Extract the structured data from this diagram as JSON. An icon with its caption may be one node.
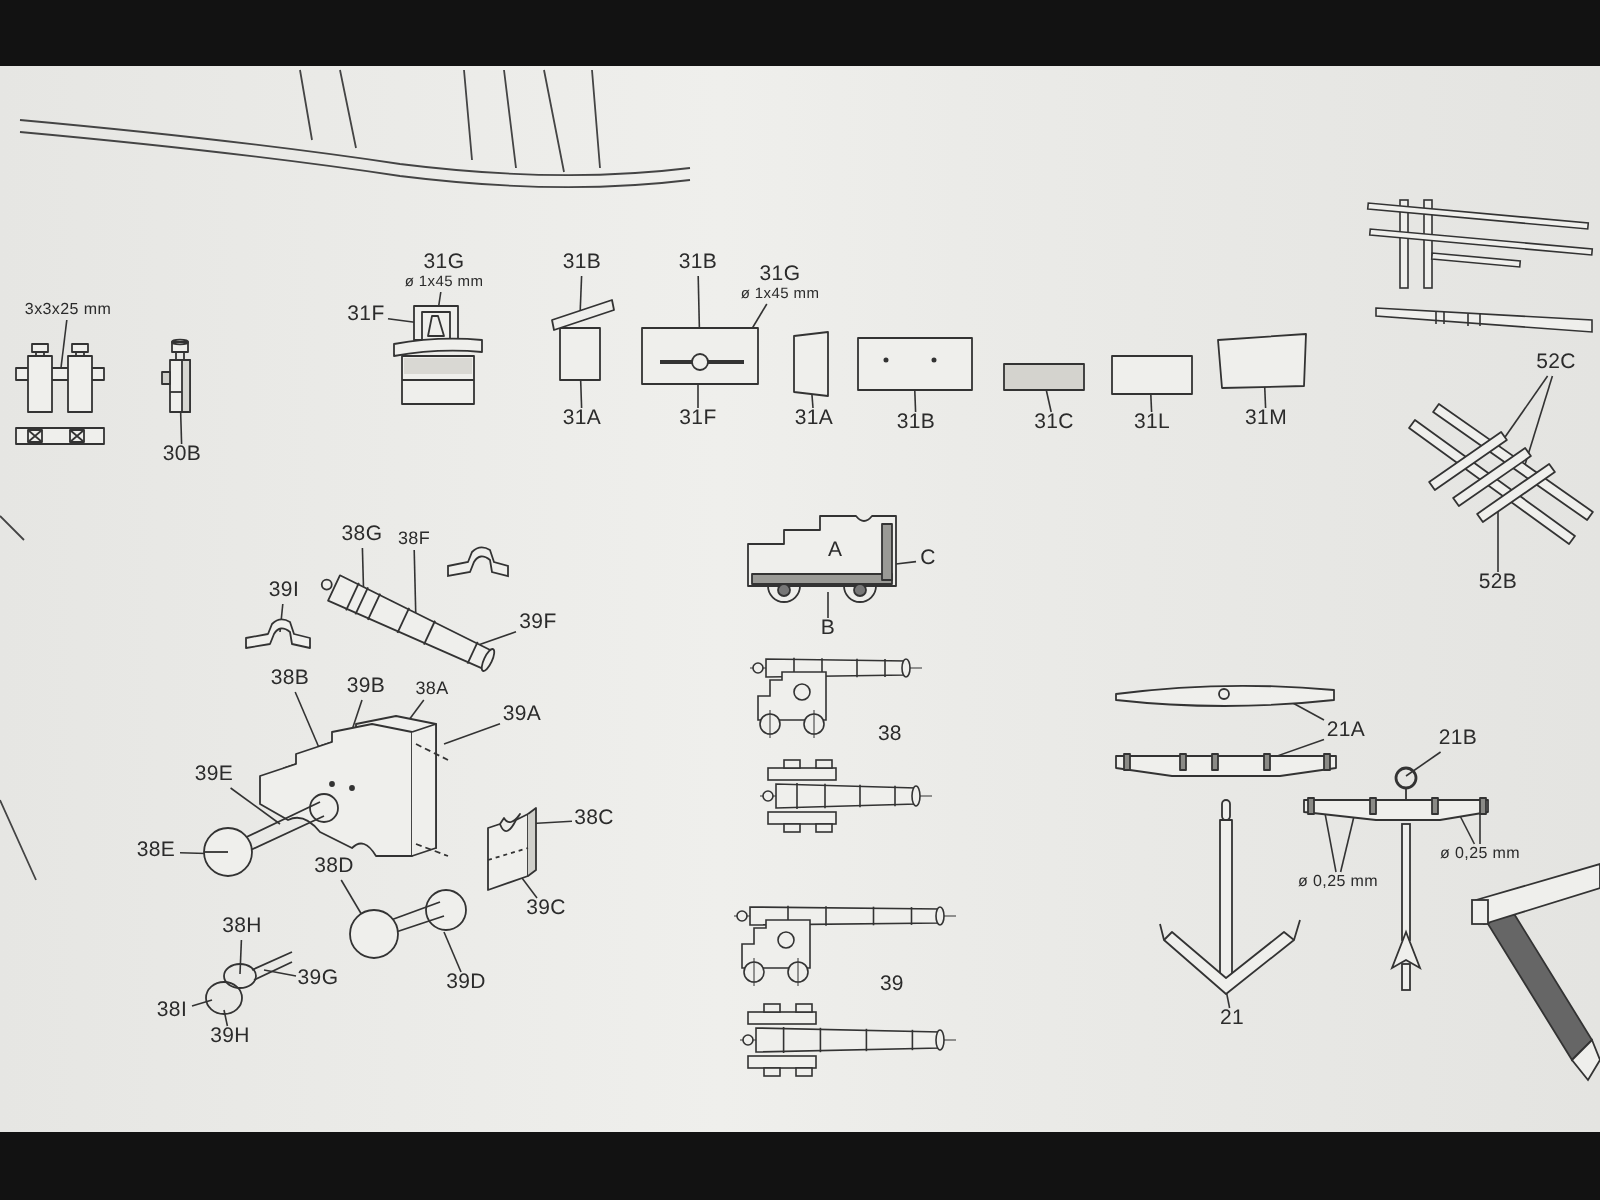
{
  "diagram": {
    "nodes": [
      {
        "text": [
          "3x3x25 mm"
        ]
      },
      {
        "text": [],
        "shape": "picture"
      },
      {
        "text": [
          "30B"
        ]
      },
      {
        "text": [],
        "shape": "picture"
      },
      {
        "text": [
          "31G",
          "ø 1x45 mm"
        ]
      },
      {
        "text": [],
        "shape": "picture"
      },
      {
        "text": [
          "31F"
        ]
      },
      {
        "text": [
          "31B"
        ]
      },
      {
        "text": [],
        "shape": "picture"
      },
      {
        "text": [
          "31A"
        ]
      },
      {
        "text": [
          "31B"
        ]
      },
      {
        "text": [
          "31G",
          "ø 1x45 mm"
        ]
      },
      {
        "text": [],
        "shape": "picture"
      },
      {
        "text": [
          "31F"
        ]
      },
      {
        "text": [],
        "shape": "box"
      },
      {
        "text": [
          "31A"
        ]
      },
      {
        "text": [],
        "shape": "picture"
      },
      {
        "text": [
          "31B"
        ]
      },
      {
        "text": [],
        "shape": "box"
      },
      {
        "text": [
          "31C"
        ]
      },
      {
        "text": [],
        "shape": "box"
      },
      {
        "text": [
          "31L"
        ]
      },
      {
        "text": [],
        "shape": "box"
      },
      {
        "text": [
          "31M"
        ]
      },
      {
        "text": [],
        "shape": "picture"
      },
      {
        "text": [
          "52C"
        ]
      },
      {
        "text": [
          "52B"
        ]
      },
      {
        "text": [
          "38G"
        ]
      },
      {
        "text": [],
        "shape": "picture"
      },
      {
        "text": [
          "38F"
        ]
      },
      {
        "text": [
          "39F"
        ]
      },
      {
        "text": [
          "39I"
        ]
      },
      {
        "text": [],
        "shape": "picture"
      },
      {
        "text": [
          "39B"
        ]
      },
      {
        "text": [
          "38B"
        ]
      },
      {
        "text": [
          "38A"
        ]
      },
      {
        "text": [
          "39A"
        ]
      },
      {
        "text": [],
        "shape": "picture"
      },
      {
        "text": [],
        "shape": "picture"
      },
      {
        "text": [
          "B"
        ]
      },
      {
        "text": [
          "C"
        ]
      },
      {
        "text": [
          "39E"
        ]
      },
      {
        "text": [
          "38E"
        ]
      },
      {
        "text": [],
        "shape": "picture"
      },
      {
        "text": [],
        "shape": "picture"
      },
      {
        "text": [
          "38C"
        ]
      },
      {
        "text": [
          "39C"
        ]
      },
      {
        "text": [
          "38D"
        ]
      },
      {
        "text": [],
        "shape": "picture"
      },
      {
        "text": [
          "39D"
        ]
      },
      {
        "text": [
          "38H"
        ]
      },
      {
        "text": [
          "39G"
        ]
      },
      {
        "text": [],
        "shape": "picture"
      },
      {
        "text": [
          "38I"
        ]
      },
      {
        "text": [
          "39H"
        ]
      },
      {
        "text": [],
        "shape": "picture"
      },
      {
        "text": [
          "21A"
        ]
      },
      {
        "text": [],
        "shape": "picture"
      },
      {
        "text": [
          "21B"
        ]
      },
      {
        "text": [],
        "shape": "picture"
      },
      {
        "text": [
          "ø 0,25 mm"
        ]
      },
      {
        "text": [
          "ø 0,25 mm"
        ]
      },
      {
        "text": [],
        "shape": "picture"
      },
      {
        "text": [
          "21"
        ]
      }
    ],
    "edges": [
      {
        "from": 0,
        "to": 1,
        "arrow": "none"
      },
      {
        "from": 2,
        "to": 3,
        "arrow": "none"
      },
      {
        "from": 4,
        "to": 5,
        "arrow": "none"
      },
      {
        "from": 6,
        "to": 5,
        "arrow": "none"
      },
      {
        "from": 7,
        "to": 8,
        "arrow": "none"
      },
      {
        "from": 9,
        "to": 8,
        "arrow": "none"
      },
      {
        "from": 10,
        "to": 12,
        "arrow": "none"
      },
      {
        "from": 11,
        "to": 12,
        "arrow": "none"
      },
      {
        "from": 13,
        "to": 12,
        "arrow": "none"
      },
      {
        "from": 15,
        "to": 14,
        "arrow": "none"
      },
      {
        "from": 17,
        "to": 16,
        "arrow": "none"
      },
      {
        "from": 19,
        "to": 18,
        "arrow": "none"
      },
      {
        "from": 21,
        "to": 20,
        "arrow": "none"
      },
      {
        "from": 23,
        "to": 22,
        "arrow": "none"
      },
      {
        "from": 25,
        "to": 24,
        "arrow": "none"
      },
      {
        "from": 25,
        "to": 24,
        "arrow": "none"
      },
      {
        "from": 26,
        "to": 24,
        "arrow": "none"
      },
      {
        "from": 27,
        "to": 28,
        "arrow": "none"
      },
      {
        "from": 29,
        "to": 28,
        "arrow": "none"
      },
      {
        "from": 30,
        "to": 28,
        "arrow": "none"
      },
      {
        "from": 31,
        "to": 32,
        "arrow": "none"
      },
      {
        "from": 33,
        "to": 37,
        "arrow": "none"
      },
      {
        "from": 34,
        "to": 37,
        "arrow": "none"
      },
      {
        "from": 35,
        "to": 37,
        "arrow": "none"
      },
      {
        "from": 36,
        "to": 37,
        "arrow": "none"
      },
      {
        "from": 39,
        "to": 38,
        "arrow": "none"
      },
      {
        "from": 40,
        "to": 38,
        "arrow": "none"
      },
      {
        "from": 41,
        "to": 43,
        "arrow": "none"
      },
      {
        "from": 42,
        "to": 43,
        "arrow": "none"
      },
      {
        "from": 45,
        "to": 44,
        "arrow": "none"
      },
      {
        "from": 46,
        "to": 44,
        "arrow": "none"
      },
      {
        "from": 47,
        "to": 48,
        "arrow": "none"
      },
      {
        "from": 49,
        "to": 48,
        "arrow": "none"
      },
      {
        "from": 50,
        "to": 52,
        "arrow": "none"
      },
      {
        "from": 51,
        "to": 52,
        "arrow": "none"
      },
      {
        "from": 53,
        "to": 52,
        "arrow": "none"
      },
      {
        "from": 54,
        "to": 52,
        "arrow": "none"
      },
      {
        "from": 56,
        "to": 55,
        "arrow": "none"
      },
      {
        "from": 56,
        "to": 57,
        "arrow": "none"
      },
      {
        "from": 58,
        "to": 59,
        "arrow": "none"
      },
      {
        "from": 60,
        "to": 59,
        "arrow": "none"
      },
      {
        "from": 60,
        "to": 59,
        "arrow": "none"
      },
      {
        "from": 61,
        "to": 59,
        "arrow": "none"
      },
      {
        "from": 61,
        "to": 59,
        "arrow": "none"
      },
      {
        "from": 63,
        "to": 62,
        "arrow": "none"
      }
    ],
    "labels": [
      "A",
      "38",
      "39"
    ]
  }
}
